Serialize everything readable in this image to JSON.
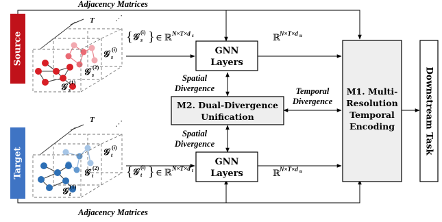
{
  "labels": {
    "adjacency_top": "Adjacency Matrices",
    "adjacency_bottom": "Adjacency Matrices",
    "source": "Source",
    "target": "Target",
    "time_axis": "T",
    "gnn_top_line1": "GNN",
    "gnn_top_line2": "Layers",
    "gnn_bottom_line1": "GNN",
    "gnn_bottom_line2": "Layers",
    "spatial_top_line1": "Spatial",
    "spatial_top_line2": "Divergence",
    "spatial_bottom_line1": "Spatial",
    "spatial_bottom_line2": "Divergence",
    "temporal_line1": "Temporal",
    "temporal_line2": "Divergence",
    "m2_line1": "M2. Dual-Divergence",
    "m2_line2": "Unification",
    "m1_line1": "M1. Multi-",
    "m1_line2": "Resolution",
    "m1_line3": "Temporal",
    "m1_line4": "Encoding",
    "downstream": "Downstream Task",
    "set_source": "{𝒢s(i)} ∈ ℝN×T×ds",
    "set_target": "{𝒢t(i)} ∈ ℝN×T×dt",
    "space_source": "ℝN×T×du",
    "space_target": "ℝN×T×du",
    "graph_s1": "𝒢s(1)",
    "graph_s2": "𝒢s(2)",
    "graph_si": "𝒢s(i)",
    "graph_t1": "𝒢t(1)",
    "graph_t2": "𝒢t(2)",
    "graph_ti": "𝒢t(i)"
  },
  "colors": {
    "source_bar": "#c0121a",
    "target_bar": "#3f74c4",
    "source_node_dark": "#d81f26",
    "source_node_mid": "#ea6a74",
    "source_node_light": "#f2a9b0",
    "target_node_dark": "#2d6fb5",
    "target_node_mid": "#6499cf",
    "target_node_light": "#a6c5e6",
    "module_fill": "#eeeeee"
  }
}
